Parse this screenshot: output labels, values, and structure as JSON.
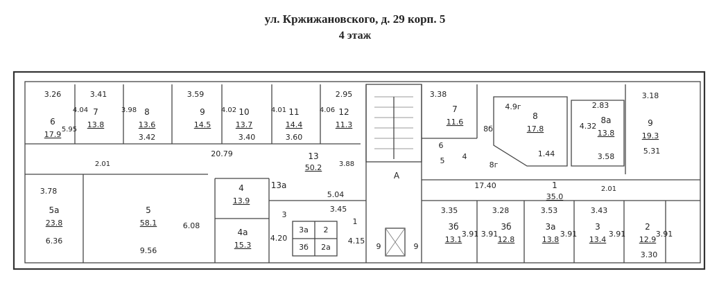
{
  "header": {
    "address": "ул. Кржижановского, д. 29 корп. 5",
    "floor": "4 этаж"
  },
  "rooms": [
    {
      "num": "6",
      "area": "17.9",
      "width": "3.26"
    },
    {
      "num": "7",
      "area": "13.8",
      "width": "3.41"
    },
    {
      "num": "8",
      "area": "13.6",
      "width": "3.42"
    },
    {
      "num": "9",
      "area": "14.5",
      "width": "3.59"
    },
    {
      "num": "10",
      "area": "13.7",
      "width": "3.40"
    },
    {
      "num": "11",
      "area": "14.4",
      "width": "3.60"
    },
    {
      "num": "12",
      "area": "11.3",
      "width": "2.95"
    },
    {
      "num": "13",
      "area": "50.2"
    },
    {
      "num": "5а",
      "area": "23.8",
      "width": "3.78"
    },
    {
      "num": "5",
      "area": "58.1",
      "width": "9.56"
    },
    {
      "num": "4",
      "area": "13.9"
    },
    {
      "num": "4а",
      "area": "15.3"
    },
    {
      "num": "7",
      "area": "11.6",
      "width": "3.38"
    },
    {
      "num": "8",
      "area": "17.8"
    },
    {
      "num": "8а",
      "area": "13.8",
      "width": "2.83"
    },
    {
      "num": "9",
      "area": "19.3",
      "width": "3.18"
    },
    {
      "num": "1",
      "area": "35.0"
    },
    {
      "num": "3б",
      "area": "13.1",
      "width": "3.35"
    },
    {
      "num": "3б",
      "area": "12.8",
      "width": "3.28"
    },
    {
      "num": "3а",
      "area": "13.8",
      "width": "3.53"
    },
    {
      "num": "3",
      "area": "13.4",
      "width": "3.43"
    },
    {
      "num": "2",
      "area": "12.9",
      "width": "3.30"
    }
  ],
  "dims": {
    "corridor_left": "20.79",
    "corridor_right": "17.40",
    "d_404": "4.04",
    "d_398": "3.98",
    "d_402": "4.02",
    "d_401": "4.01",
    "d_406": "4.06",
    "d_595": "5.95",
    "d_201a": "2.01",
    "d_201b": "2.01",
    "d_388": "3.88",
    "d_504": "5.04",
    "d_345": "3.45",
    "d_636": "6.36",
    "d_608": "6.08",
    "d_420": "4.20",
    "d_415": "4.15",
    "d_391a": "3.91",
    "d_391b": "3.91",
    "d_391c": "3.91",
    "d_391d": "3.91",
    "d_391e": "3.91",
    "d_432": "4.32",
    "d_531": "5.31",
    "d_358": "3.58",
    "d_144": "1.44",
    "d_492": "4.9г"
  },
  "small_labels": {
    "r13a": "13а",
    "r3": "3",
    "r3a": "3а",
    "r2": "2",
    "r3b": "3б",
    "r2a": "2а",
    "r1": "1",
    "stair_a": "А",
    "r9a": "9",
    "r9b": "9",
    "r6": "6",
    "r4": "4",
    "r5": "5",
    "r8b": "8б",
    "r8g": "8г"
  }
}
